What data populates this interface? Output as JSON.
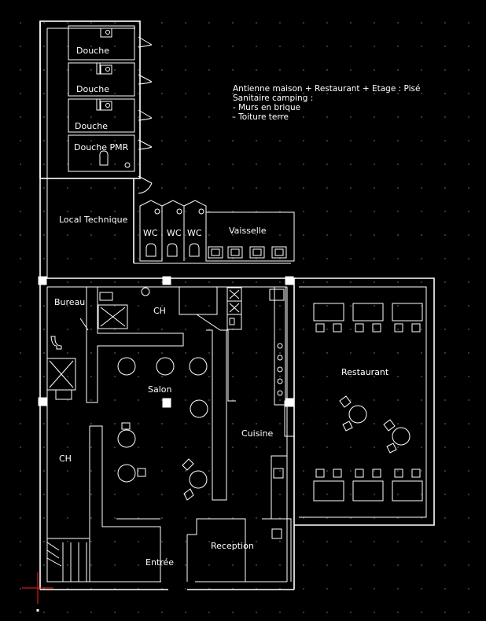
{
  "colors": {
    "background": "#000000",
    "lines": "#ffffff",
    "grid": "#3c3c3c",
    "cursor": "#ff2020"
  },
  "notes": [
    "Antienne maison + Restaurant + Etage : Pisé",
    "Sanitaire camping :",
    "- Murs en brique",
    "- Toiture terre"
  ],
  "rooms": {
    "douche1": "Douche",
    "douche2": "Douche",
    "douche3": "Douche",
    "douche_pmr": "Douche PMR",
    "local_technique": "Local Technique",
    "wc1": "WC",
    "wc2": "WC",
    "wc3": "WC",
    "vaisselle": "Vaisselle",
    "bureau": "Bureau",
    "ch1": "CH",
    "salon": "Salon",
    "cuisine": "Cuisine",
    "restaurant": "Restaurant",
    "ch2": "CH",
    "reception": "Reception",
    "entree": "Entrée"
  }
}
